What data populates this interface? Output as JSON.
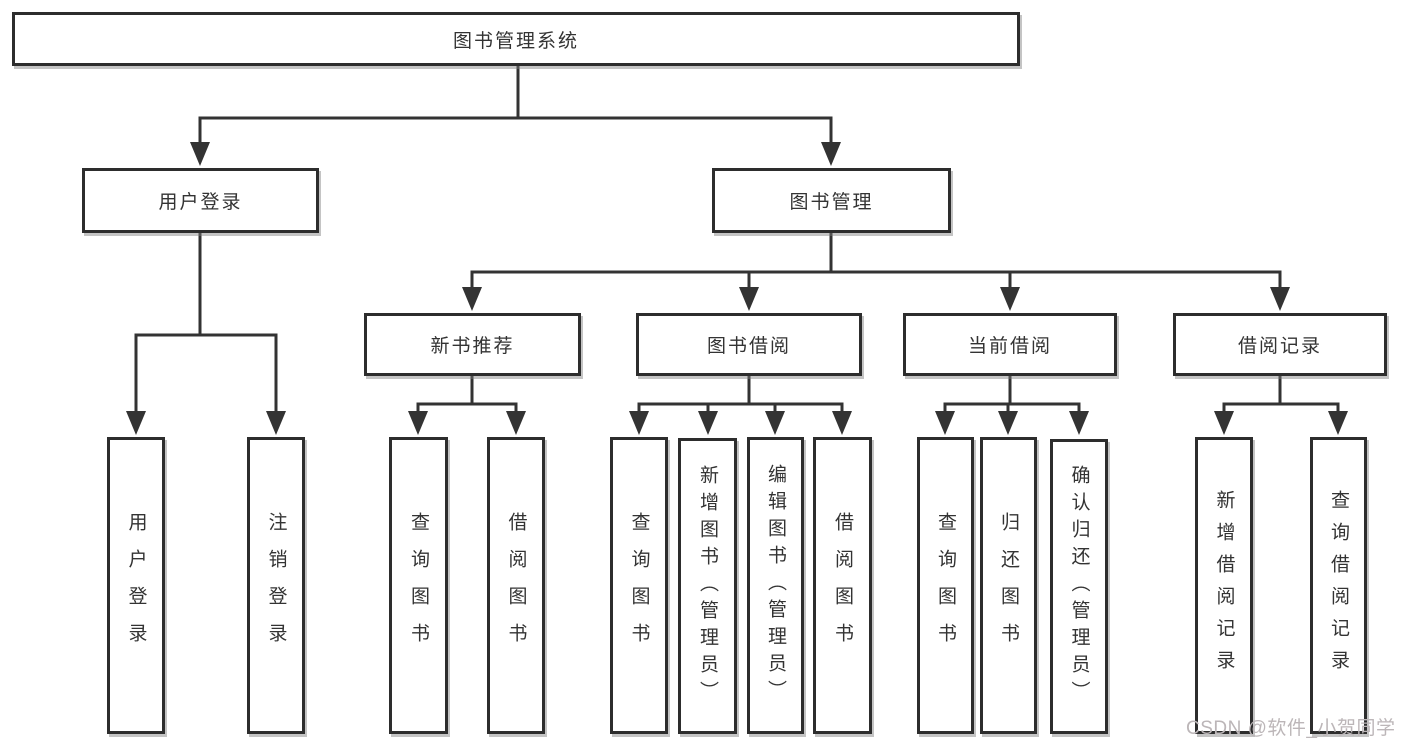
{
  "colors": {
    "background": "#ffffff",
    "line": "#333333",
    "box_border": "#2d2d2d",
    "box_fill": "#ffffff",
    "text": "#333333",
    "watermark": "#bcb6b8"
  },
  "watermark": {
    "text": "CSDN @软件_小贺同学"
  },
  "tree": {
    "label": "图书管理系统",
    "children": [
      {
        "label": "用户登录",
        "children": [
          {
            "label": "用户登录"
          },
          {
            "label": "注销登录"
          }
        ]
      },
      {
        "label": "图书管理",
        "children": [
          {
            "label": "新书推荐",
            "children": [
              {
                "label": "查询图书"
              },
              {
                "label": "借阅图书"
              }
            ]
          },
          {
            "label": "图书借阅",
            "children": [
              {
                "label": "查询图书"
              },
              {
                "label": "新增图书（管理员）"
              },
              {
                "label": "编辑图书（管理员）"
              },
              {
                "label": "借阅图书"
              }
            ]
          },
          {
            "label": "当前借阅",
            "children": [
              {
                "label": "查询图书"
              },
              {
                "label": "归还图书"
              },
              {
                "label": "确认归还（管理员）"
              }
            ]
          },
          {
            "label": "借阅记录",
            "children": [
              {
                "label": "新增借阅记录"
              },
              {
                "label": "查询借阅记录"
              }
            ]
          }
        ]
      }
    ]
  }
}
